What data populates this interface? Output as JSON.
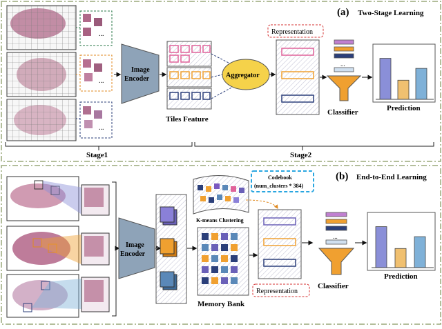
{
  "panel_a": {
    "tag": "(a)",
    "title": "Two-Stage Learning",
    "image_encoder_line1": "Image",
    "image_encoder_line2": "Encoder",
    "tiles_feature": "Tiles Feature",
    "aggregator": "Aggregator",
    "representation": "Representation",
    "classifier": "Classifier",
    "prediction": "Prediction",
    "stage1": "Stage1",
    "stage2": "Stage2",
    "ellipsis": "...",
    "prediction_values": [
      0.9,
      0.42,
      0.68
    ]
  },
  "panel_b": {
    "tag": "(b)",
    "title": "End-to-End Learning",
    "image_encoder_line1": "Image",
    "image_encoder_line2": "Encoder",
    "codebook_line1": "Codebook",
    "codebook_line2": "(num_clusters * 384)",
    "kmeans": "K-means Clustering",
    "memory_bank": "Memory Bank",
    "representation": "Representation",
    "classifier": "Classifier",
    "prediction": "Prediction",
    "ellipsis": "...",
    "prediction_values": [
      0.9,
      0.42,
      0.68
    ]
  },
  "colors": {
    "panel_border": "#9aa87a",
    "encoder_fill": "#8ea3b8",
    "funnel_fill": "#f0a030",
    "aggregator_fill": "#f5d24a",
    "bar1": "#8a8fd8",
    "bar2": "#f0c070",
    "bar3": "#7fb1d8",
    "feature_pink": "#e0629a",
    "feature_orange": "#f0a030",
    "feature_navy": "#2b3f7a",
    "tissue": "#b06a8a",
    "codebook_border": "#29a6e0",
    "repr_border": "#d43030"
  }
}
